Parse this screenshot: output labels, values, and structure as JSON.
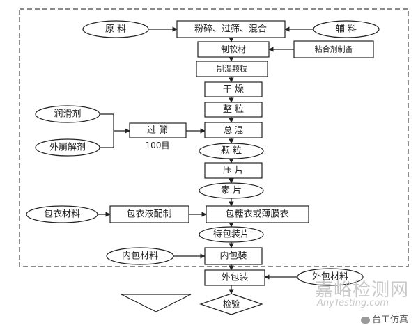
{
  "diagram": {
    "nodes": {
      "raw": "原 料",
      "crush": "粉碎、过筛、混合",
      "aux": "辅 料",
      "soft": "制软材",
      "binder": "粘合剂制备",
      "wetgran": "制湿颗粒",
      "dry": "干 燥",
      "size": "整 粒",
      "lube": "润滑剂",
      "sieve": "过 筛",
      "mesh": "100目",
      "disint": "外崩解剂",
      "mix": "总 混",
      "granule": "颗 粒",
      "press": "压 片",
      "plain": "素 片",
      "coatmat": "包衣材料",
      "coatsol": "包衣液配制",
      "coating": "包糖衣或薄膜衣",
      "topack": "待包装片",
      "innermat": "内包材料",
      "inner": "内包装",
      "outer": "外包装",
      "outermat": "外包材料",
      "inspect": "检验"
    }
  },
  "watermark": {
    "site_cn": "嘉峪检测网",
    "site_en": "AnyTesting.com",
    "source": "台工仿真"
  }
}
